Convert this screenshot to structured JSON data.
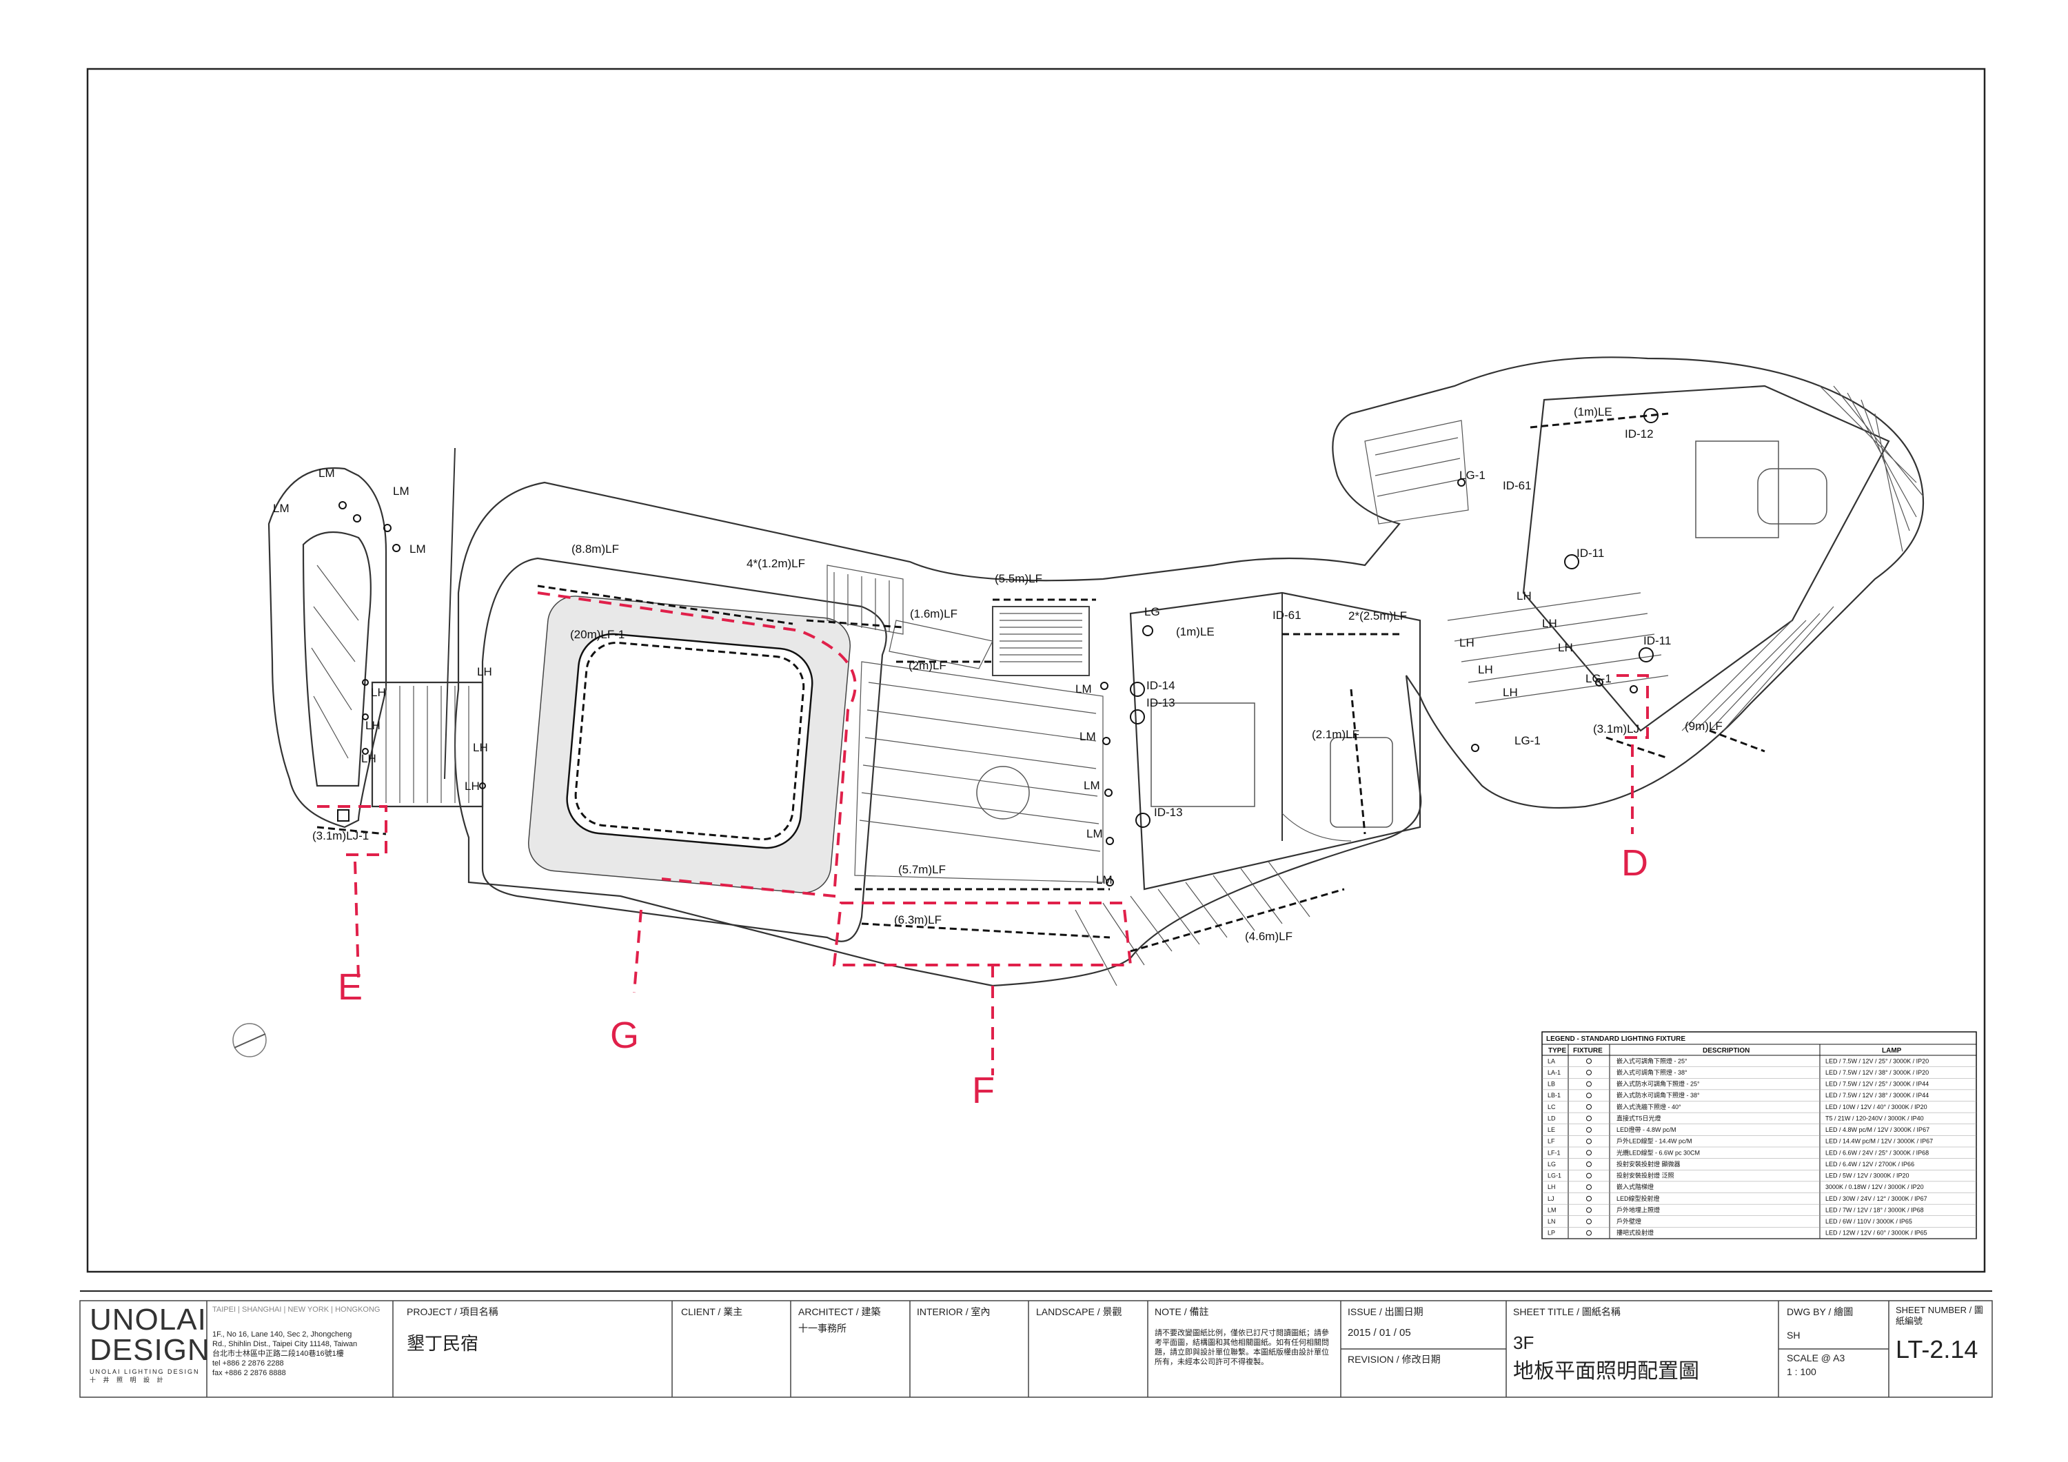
{
  "plan_labels": [
    {
      "id": "lm1",
      "text": "LM"
    },
    {
      "id": "lm2",
      "text": "LM"
    },
    {
      "id": "lm3",
      "text": "LM"
    },
    {
      "id": "lm4",
      "text": "LM"
    },
    {
      "id": "lf88",
      "text": "(8.8m)LF"
    },
    {
      "id": "lf412",
      "text": "4*(1.2m)LF"
    },
    {
      "id": "lf55",
      "text": "(5.5m)LF"
    },
    {
      "id": "lf20",
      "text": "(20m)LF-1"
    },
    {
      "id": "lf16",
      "text": "(1.6m)LF"
    },
    {
      "id": "lf2",
      "text": "(2m)LF"
    },
    {
      "id": "lg",
      "text": "LG"
    },
    {
      "id": "le1",
      "text": "(1m)LE"
    },
    {
      "id": "id61a",
      "text": "ID-61"
    },
    {
      "id": "lf225",
      "text": "2*(2.5m)LF"
    },
    {
      "id": "id14",
      "text": "ID-14"
    },
    {
      "id": "id13a",
      "text": "ID-13"
    },
    {
      "id": "id13b",
      "text": "ID-13"
    },
    {
      "id": "lf21",
      "text": "(2.1m)LF"
    },
    {
      "id": "lf57",
      "text": "(5.7m)LF"
    },
    {
      "id": "lf63",
      "text": "(6.3m)LF"
    },
    {
      "id": "lf46",
      "text": "(4.6m)LF"
    },
    {
      "id": "lj31",
      "text": "(3.1m)LJ-1"
    },
    {
      "id": "lh1",
      "text": "LH"
    },
    {
      "id": "lh2",
      "text": "LH"
    },
    {
      "id": "lh3",
      "text": "LH"
    },
    {
      "id": "lh4",
      "text": "LH"
    },
    {
      "id": "lh5",
      "text": "LH"
    },
    {
      "id": "lh6",
      "text": "LH"
    },
    {
      "id": "lm5",
      "text": "LM"
    },
    {
      "id": "lm6",
      "text": "LM"
    },
    {
      "id": "lm7",
      "text": "LM"
    },
    {
      "id": "lm8",
      "text": "LM"
    },
    {
      "id": "lm9",
      "text": "LM"
    },
    {
      "id": "le2",
      "text": "(1m)LE"
    },
    {
      "id": "id12",
      "text": "ID-12"
    },
    {
      "id": "lg1a",
      "text": "LG-1"
    },
    {
      "id": "id61b",
      "text": "ID-61"
    },
    {
      "id": "id11a",
      "text": "ID-11"
    },
    {
      "id": "id11b",
      "text": "ID-11"
    },
    {
      "id": "lh7",
      "text": "LH"
    },
    {
      "id": "lh8",
      "text": "LH"
    },
    {
      "id": "lh9",
      "text": "LH"
    },
    {
      "id": "lh10",
      "text": "LH"
    },
    {
      "id": "lh11",
      "text": "LH"
    },
    {
      "id": "lh12",
      "text": "LH"
    },
    {
      "id": "lg1b",
      "text": "LG-1"
    },
    {
      "id": "lg1c",
      "text": "LG-1"
    },
    {
      "id": "lf31lj",
      "text": "(3.1m)LJ"
    },
    {
      "id": "lf9",
      "text": "(9m)LF"
    }
  ],
  "markers": [
    {
      "id": "E",
      "text": "E"
    },
    {
      "id": "G",
      "text": "G"
    },
    {
      "id": "F",
      "text": "F"
    },
    {
      "id": "D",
      "text": "D"
    }
  ],
  "legend": {
    "title": "LEGEND - STANDARD LIGHTING FIXTURE",
    "headers": [
      "TYPE",
      "FIXTURE",
      "DESCRIPTION",
      "LAMP"
    ],
    "rows": [
      {
        "type": "LA",
        "desc": "嵌入式可調角下照燈 - 25°",
        "lamp": "LED / 7.5W / 12V / 25° / 3000K / IP20"
      },
      {
        "type": "LA-1",
        "desc": "嵌入式可調角下照燈 - 38°",
        "lamp": "LED / 7.5W / 12V / 38° / 3000K / IP20"
      },
      {
        "type": "LB",
        "desc": "嵌入式防水可調角下照燈 - 25°",
        "lamp": "LED / 7.5W / 12V / 25° / 3000K / IP44"
      },
      {
        "type": "LB-1",
        "desc": "嵌入式防水可調角下照燈 - 38°",
        "lamp": "LED / 7.5W / 12V / 38° / 3000K / IP44"
      },
      {
        "type": "LC",
        "desc": "嵌入式洗牆下照燈 - 40°",
        "lamp": "LED / 10W / 12V / 40° / 3000K / IP20"
      },
      {
        "type": "LD",
        "desc": "直接式T5日光燈",
        "lamp": "T5 / 21W / 120-240V / 3000K / IP40"
      },
      {
        "type": "LE",
        "desc": "LED燈帶 - 4.8W pc/M",
        "lamp": "LED / 4.8W pc/M / 12V / 3000K / IP67"
      },
      {
        "type": "LF",
        "desc": "戶外LED線型 - 14.4W pc/M",
        "lamp": "LED / 14.4W pc/M / 12V / 3000K / IP67"
      },
      {
        "type": "LF-1",
        "desc": "光纜LED線型 - 6.6W pc 30CM",
        "lamp": "LED / 6.6W / 24V / 25° / 3000K / IP68"
      },
      {
        "type": "LG",
        "desc": "投射安裝投射燈 顯微器",
        "lamp": "LED / 6.4W / 12V / 2700K / IP66"
      },
      {
        "type": "LG-1",
        "desc": "投射安裝投射燈 泛照",
        "lamp": "LED / 5W / 12V / 3000K / IP20"
      },
      {
        "type": "LH",
        "desc": "嵌入式階梯燈",
        "lamp": "3000K / 0.18W / 12V / 3000K / IP20"
      },
      {
        "type": "LJ",
        "desc": "LED線型投射燈",
        "lamp": "LED / 30W / 24V / 12° / 3000K / IP67"
      },
      {
        "type": "LM",
        "desc": "戶外地埋上照燈",
        "lamp": "LED / 7W / 12V / 18° / 3000K / IP68"
      },
      {
        "type": "LN",
        "desc": "戶外壁燈",
        "lamp": "LED / 6W / 110V / 3000K / IP65"
      },
      {
        "type": "LP",
        "desc": "摟吧式投射燈",
        "lamp": "LED / 12W / 12V / 60° / 3000K / IP65"
      }
    ]
  },
  "title_block": {
    "logo_line1": "UNOLAI",
    "logo_line2": "DESIGN",
    "logo_sub": "UNOLAI LIGHTING DESIGN",
    "logo_sub_cn": "十 井 照 明 設 計",
    "offices": "TAIPEI | SHANGHAI | NEW YORK | HONGKONG",
    "address1": "1F., No 16, Lane 140, Sec 2, Jhongcheng",
    "address2": "Rd., Shihlin Dist., Taipei City 11148, Taiwan",
    "address3": "台北市士林區中正路二段140巷16號1樓",
    "tel": "tel +886 2 2876 2288",
    "fax": "fax +886 2 2876 8888",
    "project_cap": "PROJECT / 項目名稱",
    "project": "墾丁民宿",
    "client_cap": "CLIENT / 業主",
    "architect_cap": "ARCHITECT / 建築",
    "architect": "十一事務所",
    "interior_cap": "INTERIOR / 室內",
    "landscape_cap": "LANDSCAPE / 景觀",
    "note_cap": "NOTE / 備註",
    "note": "請不要改變圖紙比例，僅依已訂尺寸閱讀圖紙；請參考平面圖，結構圖和其他相關圖紙。如有任何相關問題，請立即與設計單位聯繫。本圖紙版權由設計單位所有，未經本公司許可不得複製。",
    "issue_cap": "ISSUE / 出圖日期",
    "issue": "2015 / 01 / 05",
    "revision_cap": "REVISION / 修改日期",
    "sheet_title_cap": "SHEET TITLE / 圖紙名稱",
    "sheet_title_1": "3F",
    "sheet_title_2": "地板平面照明配置圖",
    "dwg_by_cap": "DWG BY / 繪圖",
    "dwg_by": "SH",
    "scale_cap": "SCALE @ A3",
    "scale": "1 : 100",
    "sheet_number_cap": "SHEET NUMBER / 圖紙編號",
    "sheet_number": "LT-2.14"
  }
}
